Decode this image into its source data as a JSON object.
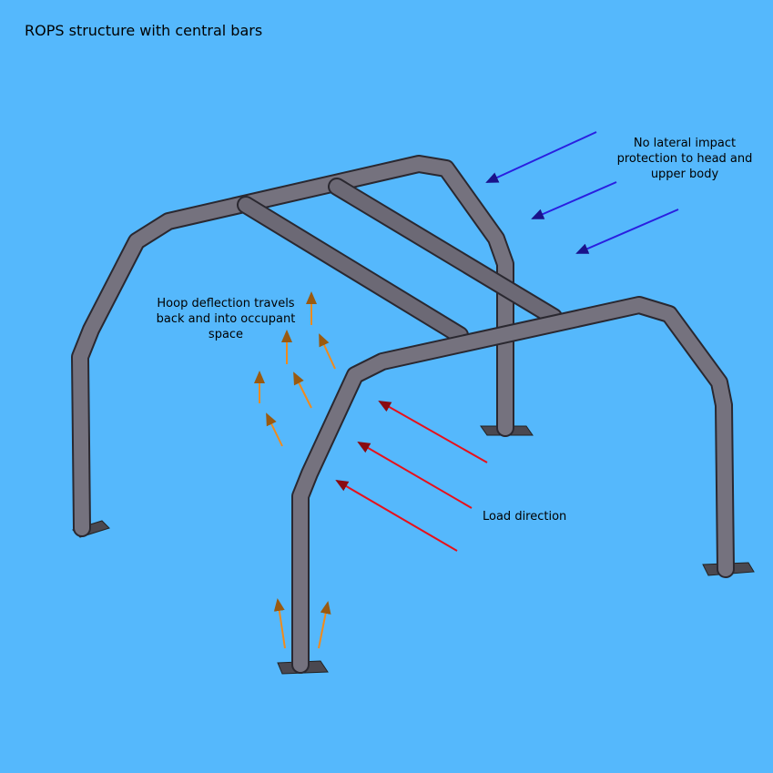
{
  "title": "ROPS structure with central bars",
  "annotations": {
    "lateral": "No lateral impact protection to head and upper body",
    "hoop": "Hoop deflection travels back and into occupant space",
    "load": "Load direction"
  },
  "colors": {
    "background": "#55b8fc",
    "tube": "#6f6c78",
    "lateral_arrows": "#2a1fe0",
    "load_arrows": "#e8101a",
    "deflection_arrows": "#f08a1c"
  }
}
